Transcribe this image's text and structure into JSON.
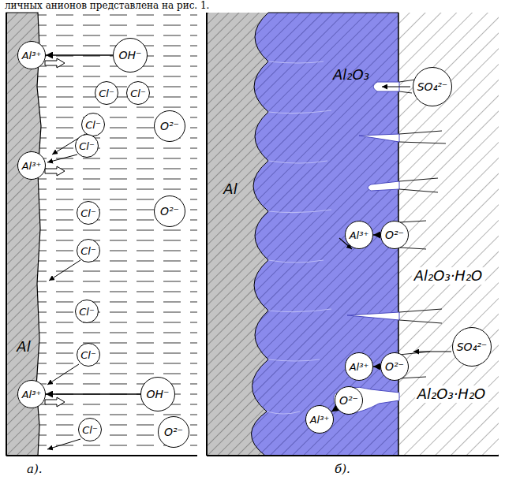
{
  "diagram": {
    "nodes": [
      {
        "text": [
          "Al"
        ]
      },
      {
        "text": [
          "Al³⁺"
        ]
      },
      {
        "text": [
          "OH⁻"
        ]
      },
      {
        "text": [
          "Cl⁻"
        ]
      },
      {
        "text": [
          "Cl⁻"
        ]
      },
      {
        "text": [
          "Cl⁻"
        ]
      },
      {
        "text": [
          "O²⁻"
        ]
      },
      {
        "text": [
          "Cl⁻"
        ]
      },
      {
        "text": [
          "Al³⁺"
        ]
      },
      {
        "text": [
          "O²⁻"
        ]
      },
      {
        "text": [
          "Cl⁻"
        ]
      },
      {
        "text": [
          "Cl⁻"
        ]
      },
      {
        "text": [
          "Cl⁻"
        ]
      },
      {
        "text": [
          "Cl⁻"
        ]
      },
      {
        "text": [
          "Al³⁺"
        ]
      },
      {
        "text": [
          "OH⁻"
        ]
      },
      {
        "text": [
          "Cl⁻"
        ]
      },
      {
        "text": [
          "O²⁻"
        ]
      },
      {
        "text": [
          "Al"
        ]
      },
      {
        "text": [
          "Al₂O₃"
        ]
      },
      {
        "text": [
          "Al₂O₃·H₂O",
          "Al₂O₃·H₂O"
        ]
      },
      {
        "text": [
          "SO₄²⁻"
        ],
        "in": 20
      },
      {
        "text": [
          "Al³⁺"
        ],
        "in": 19
      },
      {
        "text": [
          "O²⁻"
        ],
        "in": 19
      },
      {
        "text": [
          "SO₄²⁻"
        ],
        "in": 20
      },
      {
        "text": [
          "Al³⁺"
        ],
        "in": 19
      },
      {
        "text": [
          "O²⁻"
        ],
        "in": 19
      },
      {
        "text": [
          "O²⁻"
        ],
        "in": 19
      },
      {
        "text": [
          "Al³⁺"
        ],
        "in": 19
      }
    ],
    "edges": [
      {
        "from": 2,
        "to": 1,
        "arrow": "to"
      },
      {
        "from": 15,
        "to": 14,
        "arrow": "to"
      },
      {
        "from": 23,
        "to": 22,
        "arrow": "to"
      },
      {
        "from": 26,
        "to": 25,
        "arrow": "to"
      },
      {
        "from": 27,
        "to": 28,
        "arrow": "to"
      }
    ],
    "labels": [
      "личных анионов представлена на рис. 1.",
      "а).",
      "б)."
    ]
  }
}
